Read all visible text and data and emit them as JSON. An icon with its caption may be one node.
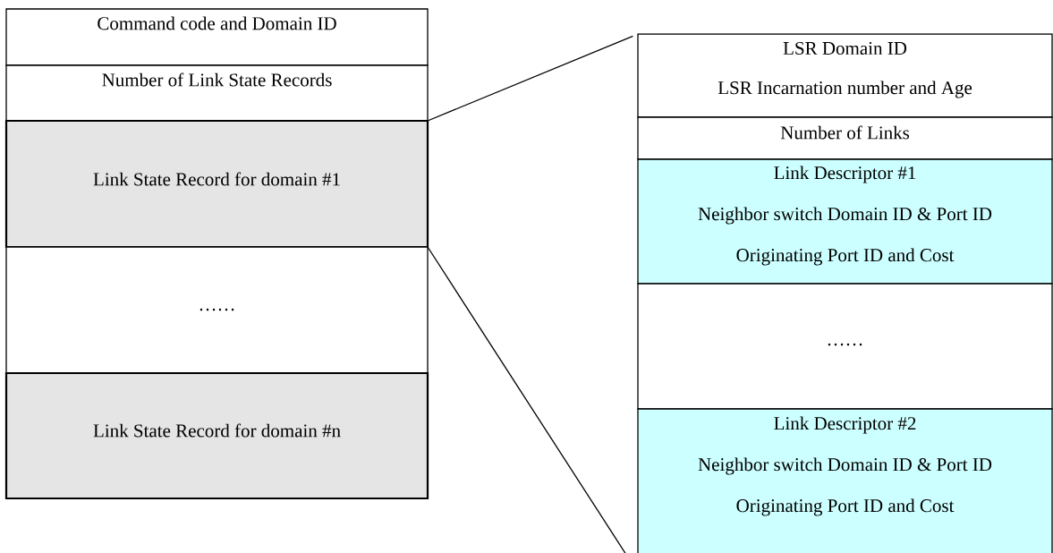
{
  "diagram": {
    "nodes": [
      {
        "text": [
          "Command code and Domain ID"
        ]
      },
      {
        "text": [
          "Number of Link State Records"
        ]
      },
      {
        "text": [
          "Link State Record for domain #1"
        ]
      },
      {
        "text": [
          "……"
        ]
      },
      {
        "text": [
          "Link State Record for domain #n"
        ]
      },
      {
        "text": [
          "LSR Domain ID",
          "LSR Incarnation number and Age"
        ]
      },
      {
        "text": [
          "Number of Links"
        ]
      },
      {
        "text": [
          "Link Descriptor #1",
          "Neighbor switch Domain ID & Port ID",
          "Originating Port ID and Cost"
        ]
      },
      {
        "text": [
          "……"
        ]
      },
      {
        "text": [
          "Link Descriptor #2",
          "Neighbor switch Domain ID & Port ID",
          "Originating Port ID and Cost"
        ]
      }
    ],
    "edges": [
      {
        "from": 2,
        "to": 5,
        "arrow": "none"
      },
      {
        "from": 2,
        "to": 9,
        "arrow": "none"
      }
    ]
  }
}
